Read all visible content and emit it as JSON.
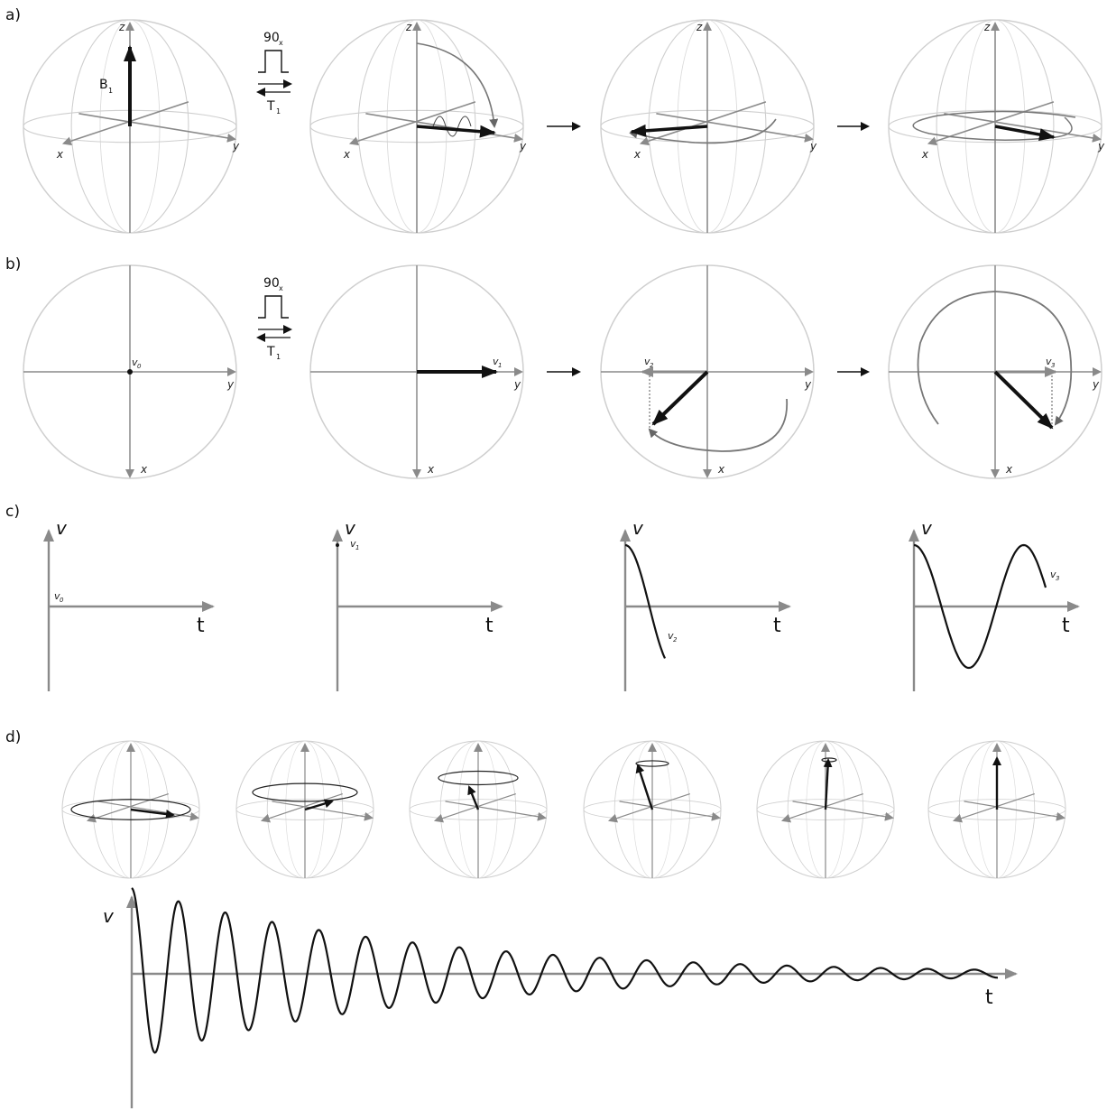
{
  "panel_labels": {
    "a": "a)",
    "b": "b)",
    "c": "c)",
    "d": "d)"
  },
  "axis_labels": {
    "x": "x",
    "y": "y",
    "z": "z"
  },
  "b1": {
    "main": "B",
    "sub": "1"
  },
  "pulse": {
    "main": "90",
    "sub": "x"
  },
  "relax": {
    "main": "T",
    "sub": "1"
  },
  "vectors": {
    "v0": "v",
    "v0_sub": "0",
    "v1": "v",
    "v1_sub": "1",
    "v2": "v",
    "v2_sub": "2",
    "v3": "v",
    "v3_sub": "3"
  },
  "signal": {
    "v_label": "v",
    "t_label": "t"
  },
  "colors": {
    "ink": "#111111",
    "axis": "#8a8a8a",
    "sphere": "#cfcfcf",
    "path": "#777777"
  },
  "icons": {
    "arrow": "right-arrow-icon",
    "pulse": "square-pulse-icon",
    "equilibrium": "double-arrow-icon"
  }
}
